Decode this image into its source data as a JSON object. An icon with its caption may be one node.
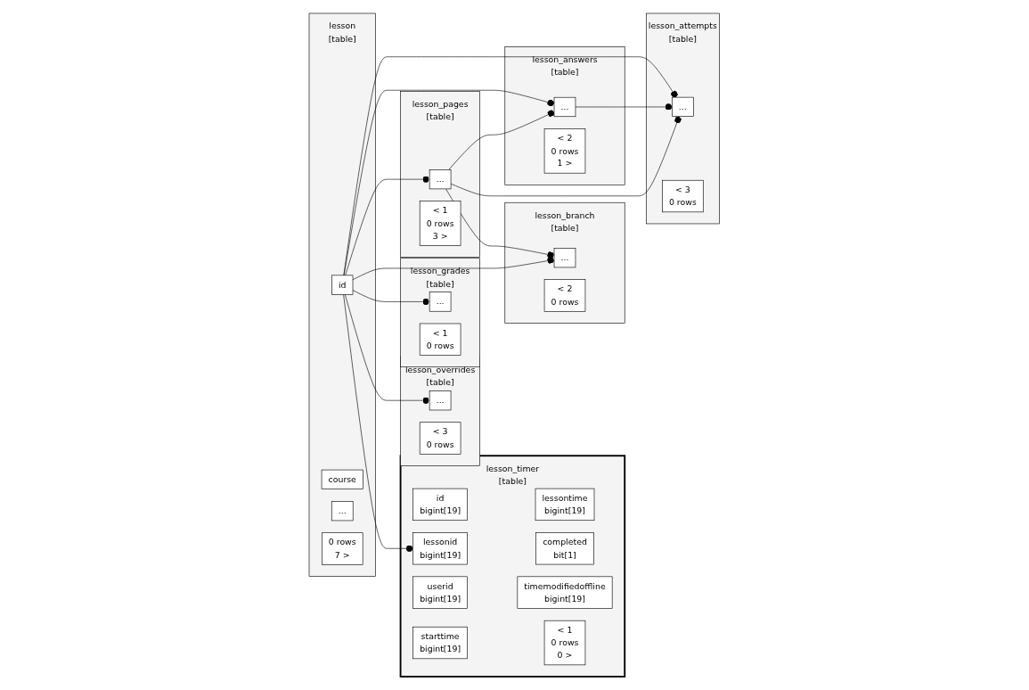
{
  "diagram": {
    "nodes": [
      {
        "text": [
          "lesson",
          "[table]"
        ]
      },
      {
        "text": [
          "id"
        ],
        "in": 0
      },
      {
        "text": [
          "course"
        ],
        "in": 0
      },
      {
        "text": [
          "..."
        ],
        "in": 0
      },
      {
        "text": [
          "0 rows",
          "7 >"
        ],
        "in": 0
      },
      {
        "text": [
          "lesson_answers",
          "[table]"
        ]
      },
      {
        "text": [
          "..."
        ],
        "in": 5
      },
      {
        "text": [
          "< 2",
          "0 rows",
          "1 >"
        ],
        "in": 5
      },
      {
        "text": [
          "lesson_attempts",
          "[table]"
        ]
      },
      {
        "text": [
          "..."
        ],
        "in": 8
      },
      {
        "text": [
          "< 3",
          "0 rows"
        ],
        "in": 8
      },
      {
        "text": [
          "lesson_pages",
          "[table]"
        ]
      },
      {
        "text": [
          "..."
        ],
        "in": 11
      },
      {
        "text": [
          "< 1",
          "0 rows",
          "3 >"
        ],
        "in": 11
      },
      {
        "text": [
          "lesson_branch",
          "[table]"
        ]
      },
      {
        "text": [
          "..."
        ],
        "in": 14
      },
      {
        "text": [
          "< 2",
          "0 rows"
        ],
        "in": 14
      },
      {
        "text": [
          "lesson_grades",
          "[table]"
        ]
      },
      {
        "text": [
          "..."
        ],
        "in": 17
      },
      {
        "text": [
          "< 1",
          "0 rows"
        ],
        "in": 17
      },
      {
        "text": [
          "lesson_overrides",
          "[table]"
        ]
      },
      {
        "text": [
          "..."
        ],
        "in": 20
      },
      {
        "text": [
          "< 3",
          "0 rows"
        ],
        "in": 20
      },
      {
        "text": [
          "lesson_timer",
          "[table]"
        ]
      },
      {
        "text": [
          "id",
          "bigint[19]"
        ],
        "in": 23
      },
      {
        "text": [
          "lessonid",
          "bigint[19]"
        ],
        "in": 23
      },
      {
        "text": [
          "userid",
          "bigint[19]"
        ],
        "in": 23
      },
      {
        "text": [
          "starttime",
          "bigint[19]"
        ],
        "in": 23
      },
      {
        "text": [
          "lessontime",
          "bigint[19]"
        ],
        "in": 23
      },
      {
        "text": [
          "completed",
          "bit[1]"
        ],
        "in": 23
      },
      {
        "text": [
          "timemodifiedoffline",
          "bigint[19]"
        ],
        "in": 23
      },
      {
        "text": [
          "< 1",
          "0 rows",
          "0 >"
        ],
        "in": 23
      }
    ],
    "edges": [
      {
        "from": 1,
        "to": 9,
        "arrow": "other"
      },
      {
        "from": 1,
        "to": 6,
        "arrow": "other"
      },
      {
        "from": 1,
        "to": 12,
        "arrow": "other"
      },
      {
        "from": 1,
        "to": 15,
        "arrow": "other"
      },
      {
        "from": 1,
        "to": 18,
        "arrow": "other"
      },
      {
        "from": 1,
        "to": 21,
        "arrow": "other"
      },
      {
        "from": 1,
        "to": 25,
        "arrow": "other"
      },
      {
        "from": 12,
        "to": 6,
        "arrow": "other"
      },
      {
        "from": 12,
        "to": 9,
        "arrow": "other"
      },
      {
        "from": 12,
        "to": 15,
        "arrow": "other"
      },
      {
        "from": 6,
        "to": 9,
        "arrow": "other"
      }
    ]
  }
}
